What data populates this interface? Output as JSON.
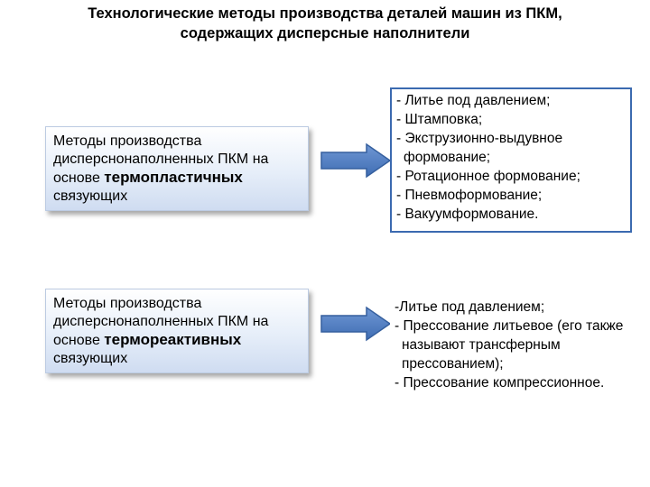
{
  "title": {
    "line1": "Технологические методы производства деталей машин из ПКМ,",
    "line2": "содержащих дисперсные наполнители"
  },
  "methods": [
    {
      "text_prefix": "Методы производства дисперснонаполненных ПКМ на основе ",
      "text_bold": "термопластичных",
      "text_suffix": " связующих",
      "items": [
        "- Литье под давлением;",
        "- Штамповка;",
        "- Экструзионно-выдувное формование;",
        "- Ротационное формование;",
        "- Пневмоформование;",
        "- Вакуумформование."
      ]
    },
    {
      "text_prefix": "Методы производства дисперснонаполненных ПКМ на основе ",
      "text_bold": "термореактивных",
      "text_suffix": " связующих",
      "items": [
        "-Литье под давлением;",
        "- Прессование литьевое (его также называют трансферным прессованием);",
        "- Прессование компрессионное."
      ]
    }
  ],
  "colors": {
    "arrow_fill": "#4f7ec2",
    "list_border": "#3b6ab0",
    "box_gradient_end": "#cfdcf1"
  }
}
